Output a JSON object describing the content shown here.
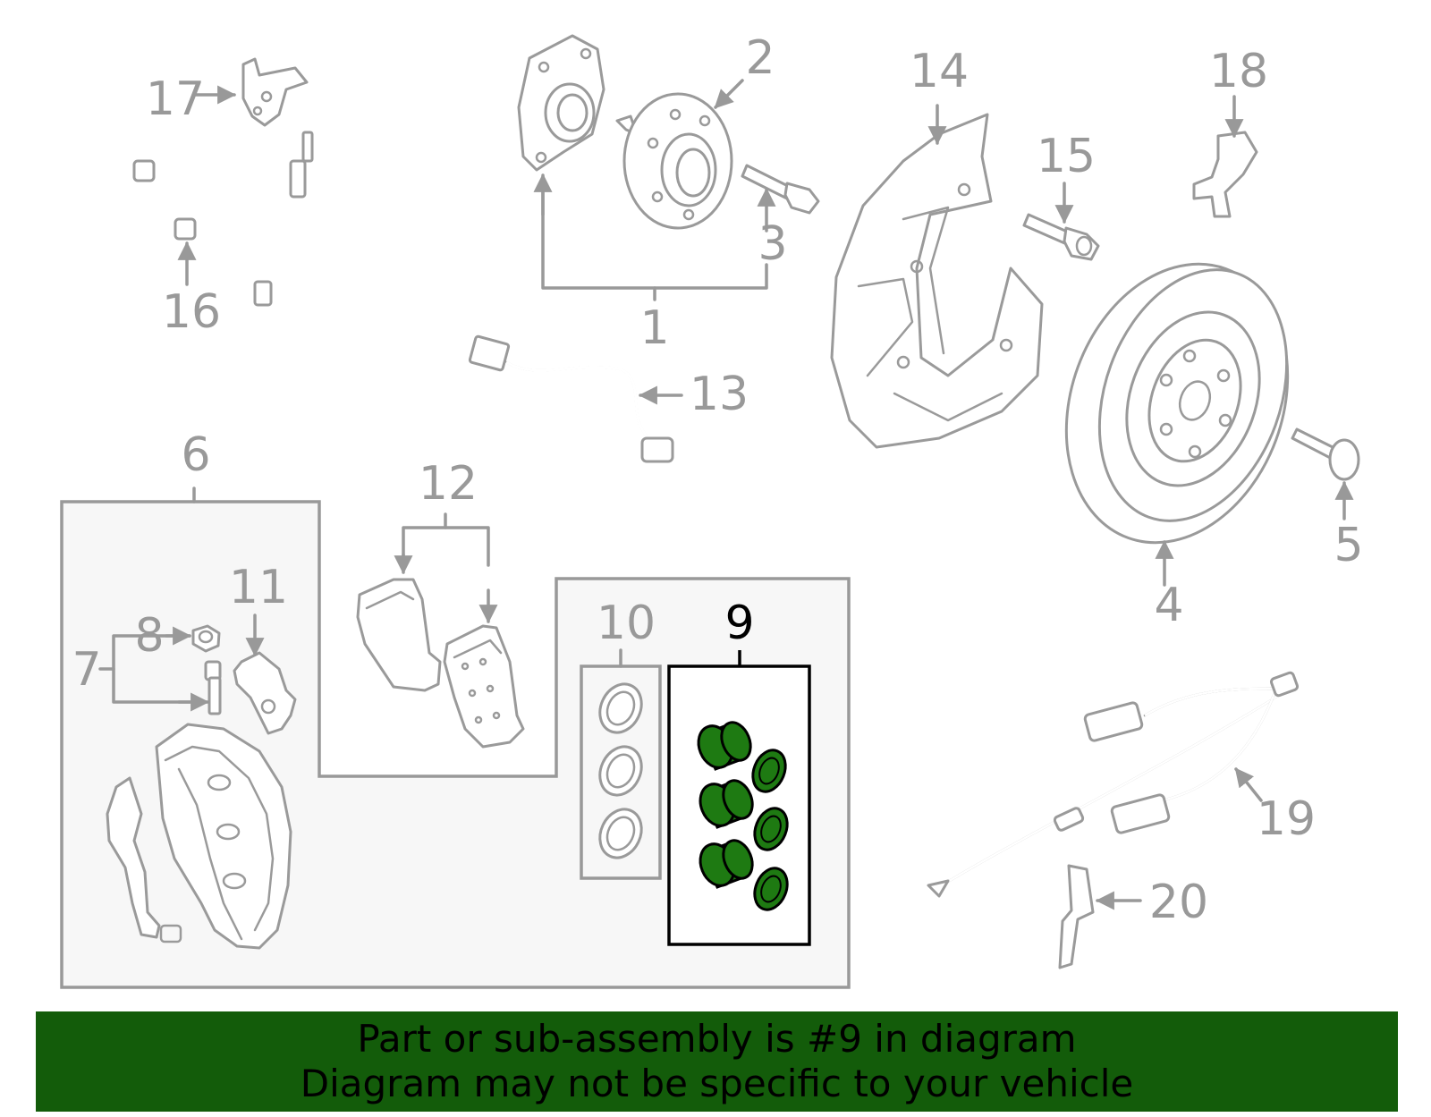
{
  "callouts": {
    "c1": "1",
    "c2": "2",
    "c3": "3",
    "c4": "4",
    "c5": "5",
    "c6": "6",
    "c7": "7",
    "c8": "8",
    "c9": "9",
    "c10": "10",
    "c11": "11",
    "c12": "12",
    "c13": "13",
    "c14": "14",
    "c15": "15",
    "c16": "16",
    "c17": "17",
    "c18": "18",
    "c19": "19",
    "c20": "20"
  },
  "highlighted_part": "9",
  "colors": {
    "highlight": "#1e7a12",
    "banner": "#135c0a",
    "line": "#999999"
  },
  "banner": {
    "line1": "Part or sub-assembly is #9 in diagram",
    "line2": "Diagram may not be specific to your vehicle"
  }
}
